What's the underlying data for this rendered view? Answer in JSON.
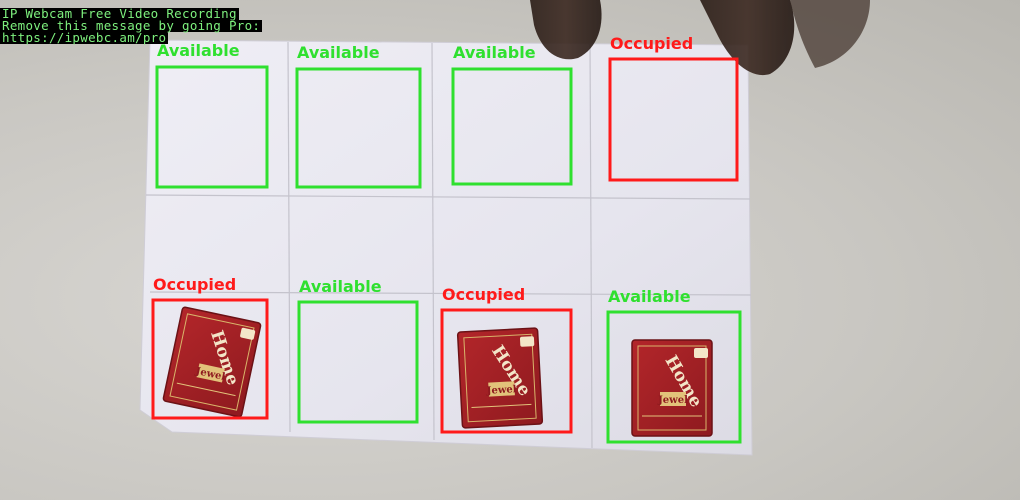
{
  "watermark": {
    "lines": [
      "IP Webcam Free Video Recording",
      "Remove this message by going Pro:",
      "https://ipwebc.am/pro"
    ]
  },
  "colors": {
    "available": "#2fe02f",
    "occupied": "#ff1a1a"
  },
  "slots": [
    {
      "label": "Available",
      "status": "available"
    },
    {
      "label": "Available",
      "status": "available"
    },
    {
      "label": "Available",
      "status": "available"
    },
    {
      "label": "Occupied",
      "status": "occupied"
    },
    {
      "label": "Occupied",
      "status": "occupied"
    },
    {
      "label": "Available",
      "status": "available"
    },
    {
      "label": "Occupied",
      "status": "occupied"
    },
    {
      "label": "Available",
      "status": "available"
    }
  ]
}
